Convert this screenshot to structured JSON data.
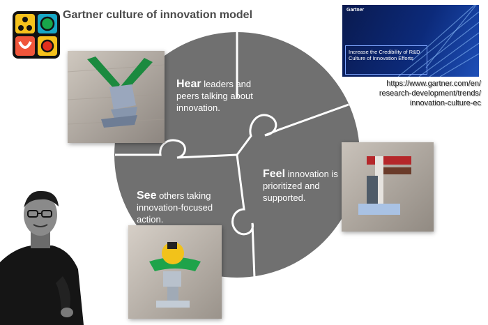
{
  "title": "Gartner culture of innovation model",
  "logo": {
    "icon": "innovation-logo-icon",
    "colors": [
      "#f0563b",
      "#18a8c6",
      "#18a64a",
      "#f6c21c"
    ]
  },
  "banner": {
    "brand": "Gartner",
    "headline": "Increase the Credibility of R&D Culture of Innovation Efforts"
  },
  "url_lines": [
    "https://www.gartner.com/en/",
    "research-development/trends/",
    "innovation-culture-ec"
  ],
  "pieces": {
    "hear": {
      "bold": "Hear",
      "rest": " leaders and peers talking about innovation."
    },
    "feel": {
      "bold": "Feel",
      "rest": " innovation is prioritized and supported."
    },
    "see": {
      "bold": "See",
      "rest": " others taking innovation-focused action."
    }
  },
  "colors": {
    "puzzle": "#707070",
    "puzzle_lines": "#ffffff",
    "banner_dark": "#0a1a4f"
  }
}
